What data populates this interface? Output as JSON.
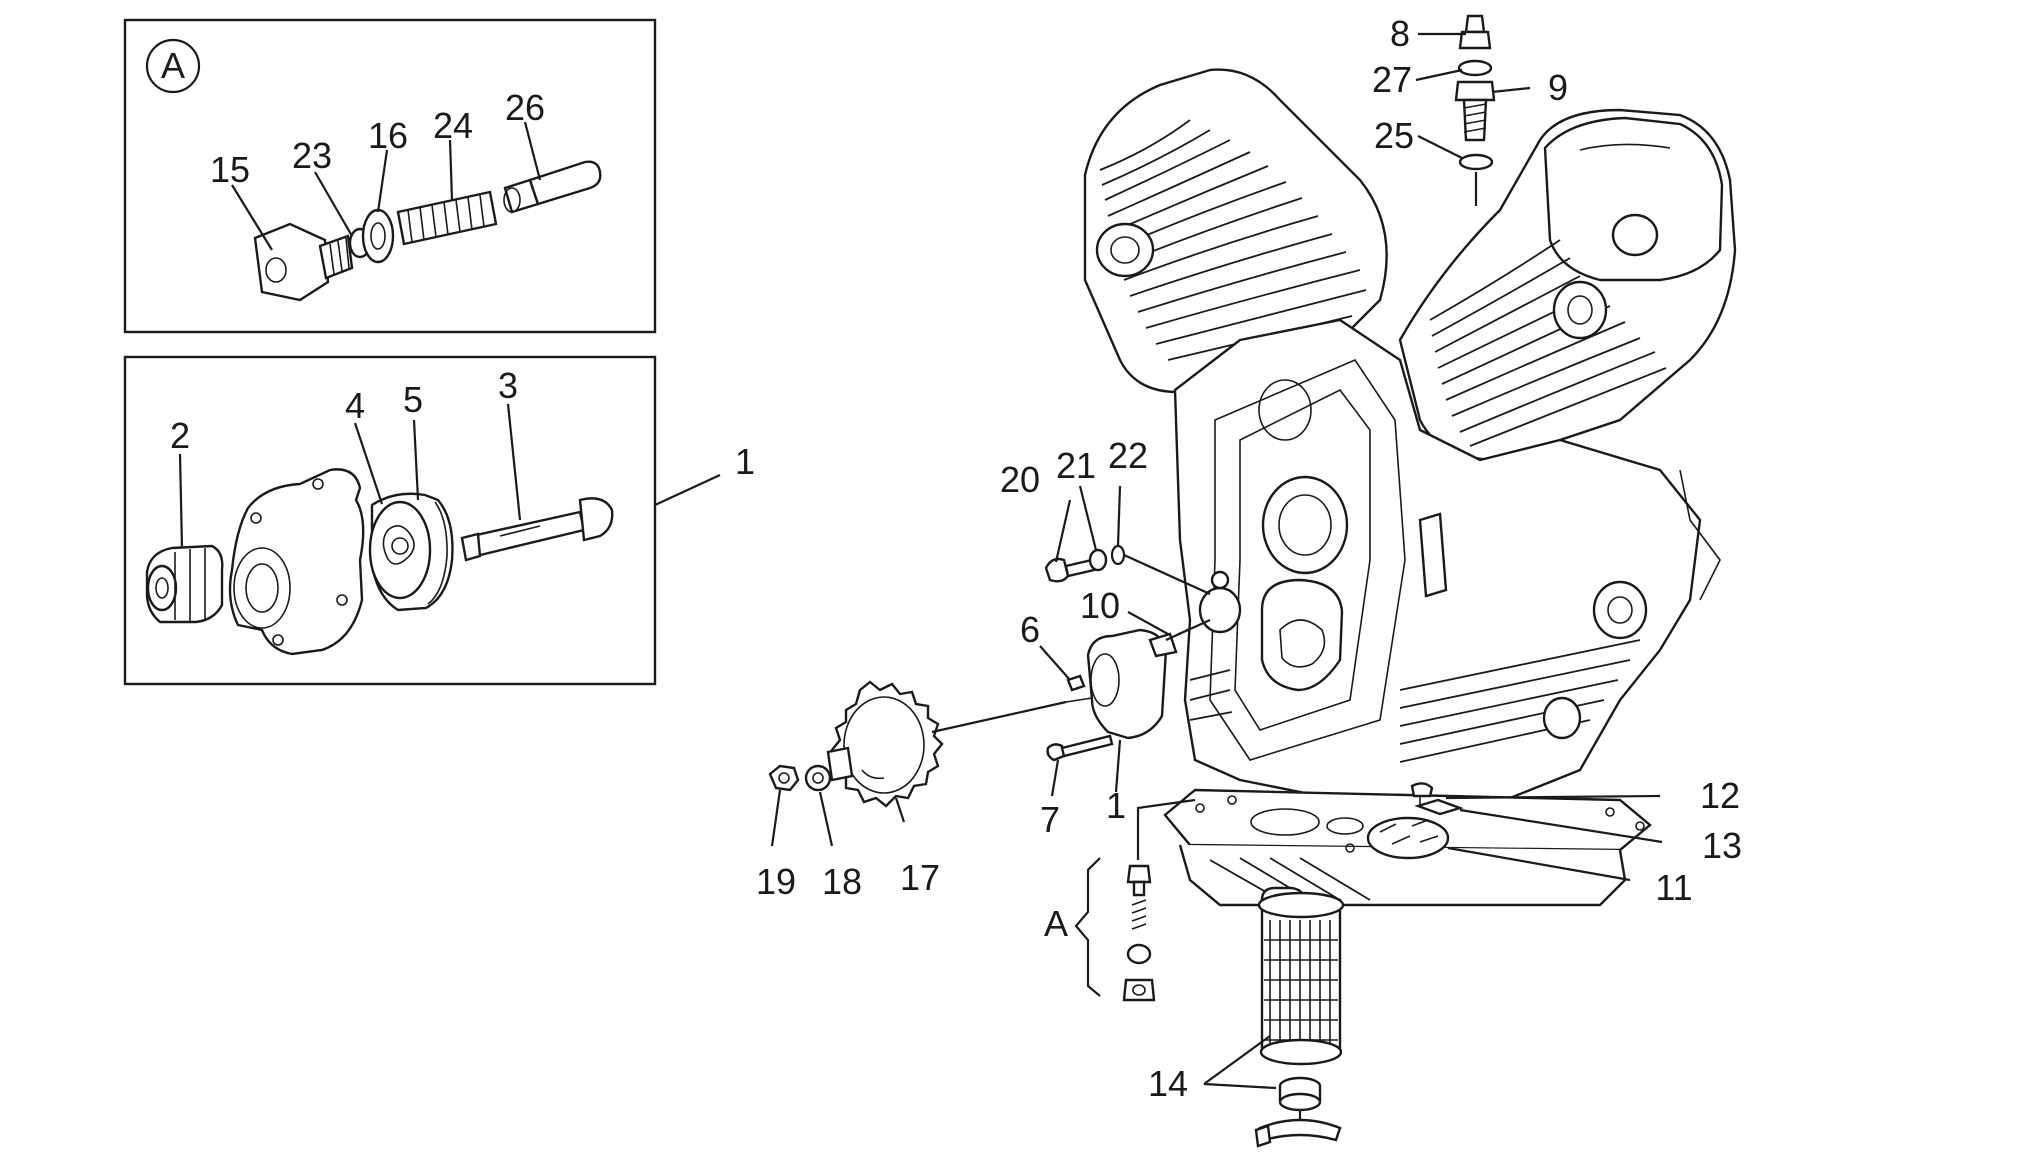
{
  "callouts": {
    "inset_badge": "A",
    "group_a": "A",
    "p1_inset": "1",
    "p1_pump": "1",
    "p2": "2",
    "p3": "3",
    "p4": "4",
    "p5": "5",
    "p6": "6",
    "p7": "7",
    "p8": "8",
    "p9": "9",
    "p10": "10",
    "p11": "11",
    "p12": "12",
    "p13": "13",
    "p14": "14",
    "p15": "15",
    "p16": "16",
    "p17": "17",
    "p18": "18",
    "p19": "19",
    "p20": "20",
    "p21": "21",
    "p22": "22",
    "p23": "23",
    "p24": "24",
    "p25": "25",
    "p26": "26",
    "p27": "27"
  }
}
